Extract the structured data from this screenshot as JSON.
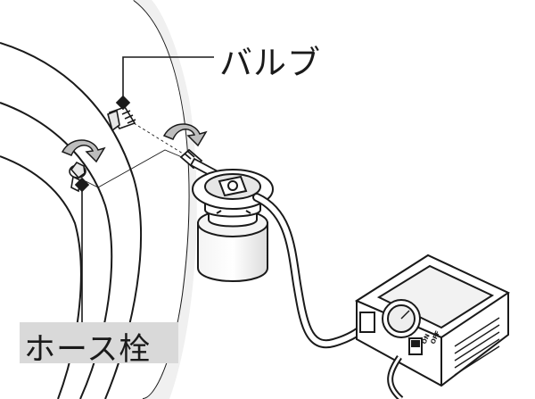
{
  "labels": {
    "valve": "バルブ",
    "hose_plug": "ホース栓"
  },
  "compressor": {
    "switch_on": "ON",
    "switch_off": "OFF"
  },
  "colors": {
    "line": "#1a1a1a",
    "tire_shade": "#eaeaea",
    "label_bg": "#d9d9d9",
    "arrow_fill": "#bdbdbd"
  }
}
